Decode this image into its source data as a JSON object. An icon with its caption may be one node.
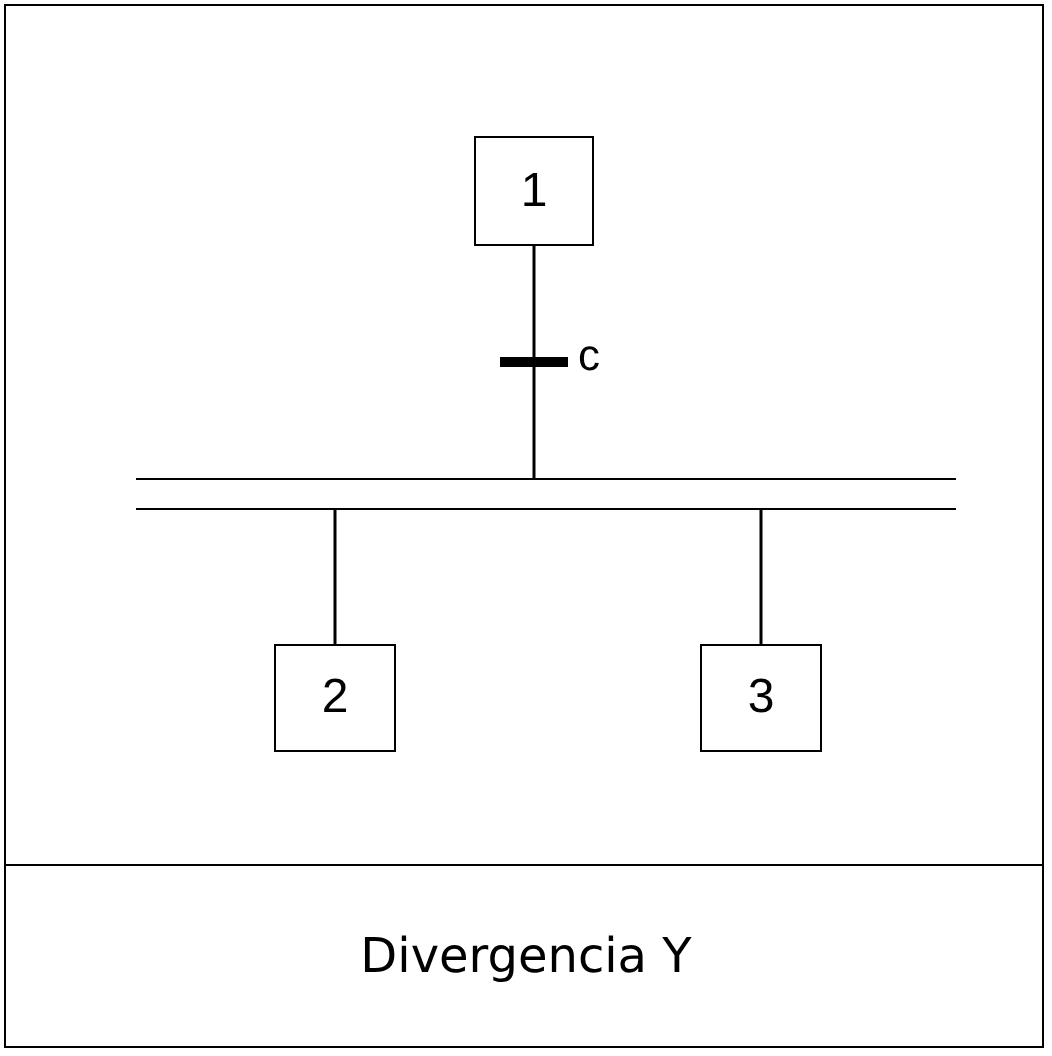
{
  "diagram": {
    "caption": "Divergencia Y",
    "nodes": [
      {
        "text": [
          "1"
        ]
      },
      {
        "text": [],
        "shape": "bar"
      },
      {
        "text": [
          "2"
        ]
      },
      {
        "text": [
          "3"
        ]
      }
    ],
    "edges": [
      {
        "from": 0,
        "to": 1,
        "arrow": "none",
        "label": "c"
      },
      {
        "from": 1,
        "to": 2,
        "arrow": "none"
      },
      {
        "from": 1,
        "to": 3,
        "arrow": "none"
      }
    ]
  }
}
